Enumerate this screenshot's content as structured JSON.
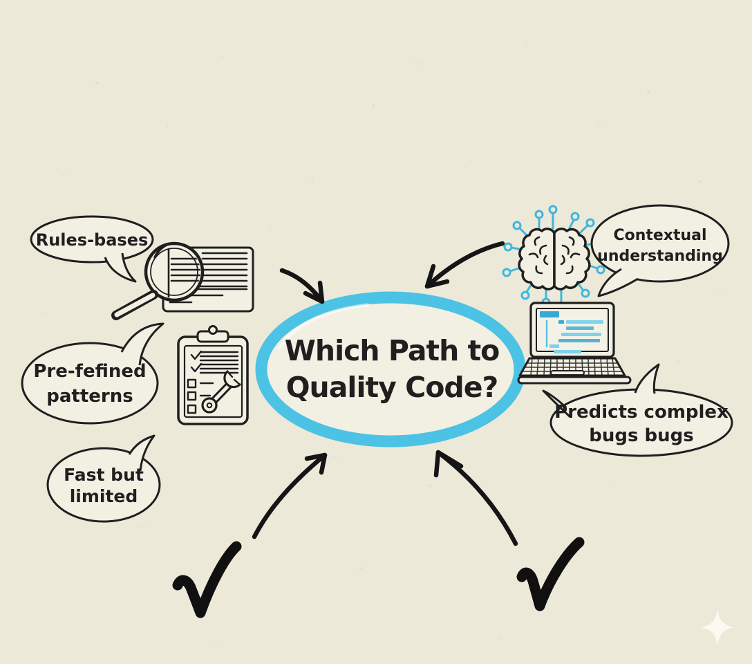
{
  "page": {
    "kind": "hand-drawn infographic",
    "background_color": "#ece9d9",
    "title": "Which Path to Quality Code?"
  },
  "colors": {
    "paper": "#ece9d9",
    "ink": "#1f1f1f",
    "accent_blue_ring": "#4cc2e4",
    "circuit_blue": "#3fb6de",
    "code_blue_dark": "#36a9d4",
    "code_blue_light": "#7fd2ec",
    "sparkle_white": "#fcfaf0"
  },
  "center": {
    "line1": "Which Path to",
    "line2": "Quality Code?"
  },
  "bubbles": {
    "rules": {
      "line1": "Rules-bases"
    },
    "patterns": {
      "line1": "Pre-fefined",
      "line2": "patterns"
    },
    "fast": {
      "line1": "Fast but",
      "line2": "limited"
    },
    "contextual": {
      "line1": "Contextual",
      "line2": "understanding"
    },
    "predicts": {
      "line1": "Predicts complex",
      "line2": "bugs bugs"
    }
  },
  "icons": [
    "magnifier-document-icon",
    "clipboard-checklist-wrench-icon",
    "ai-brain-circuit-icon",
    "laptop-code-icon",
    "checkmark-left-icon",
    "checkmark-right-icon",
    "sparkle-icon"
  ],
  "arrows": [
    "arrow-top-left-into-ring",
    "arrow-top-right-into-ring",
    "arrow-bottom-left-into-ring",
    "arrow-bottom-right-into-ring"
  ]
}
